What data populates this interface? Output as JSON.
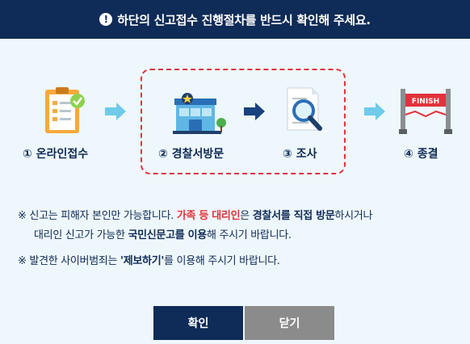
{
  "header": {
    "alert_icon": "!",
    "title": "하단의 신고접수 진행절차를 반드시 확인해 주세요."
  },
  "steps": [
    {
      "label": "① 온라인접수",
      "icon": "clipboard-check-icon"
    },
    {
      "label": "② 경찰서방문",
      "icon": "police-station-icon"
    },
    {
      "label": "③ 조사",
      "icon": "magnifier-document-icon"
    },
    {
      "label": "④ 종결",
      "icon": "finish-line-icon"
    }
  ],
  "finish_text": "FINISH",
  "notice1": {
    "p1": "※ 신고는 피해자 본인만 가능합니다. ",
    "p2": "가족 등 대리인",
    "p3": "은 ",
    "p4": "경찰서를 직접 방문",
    "p5": "하시거나",
    "line2a": "대리인 신고가 가능한 ",
    "line2b": "국민신문고를 이용",
    "line2c": "해 주시기 바랍니다."
  },
  "notice2": {
    "p1": "※ 발견한 사이버범죄는 ",
    "p2": "'제보하기'",
    "p3": "를 이용해 주시기 바랍니다."
  },
  "buttons": {
    "confirm": "확인",
    "close": "닫기"
  },
  "colors": {
    "navy": "#0f2b57",
    "red": "#e3323b",
    "gray": "#8b8b8b",
    "background": "#eef7fb"
  }
}
